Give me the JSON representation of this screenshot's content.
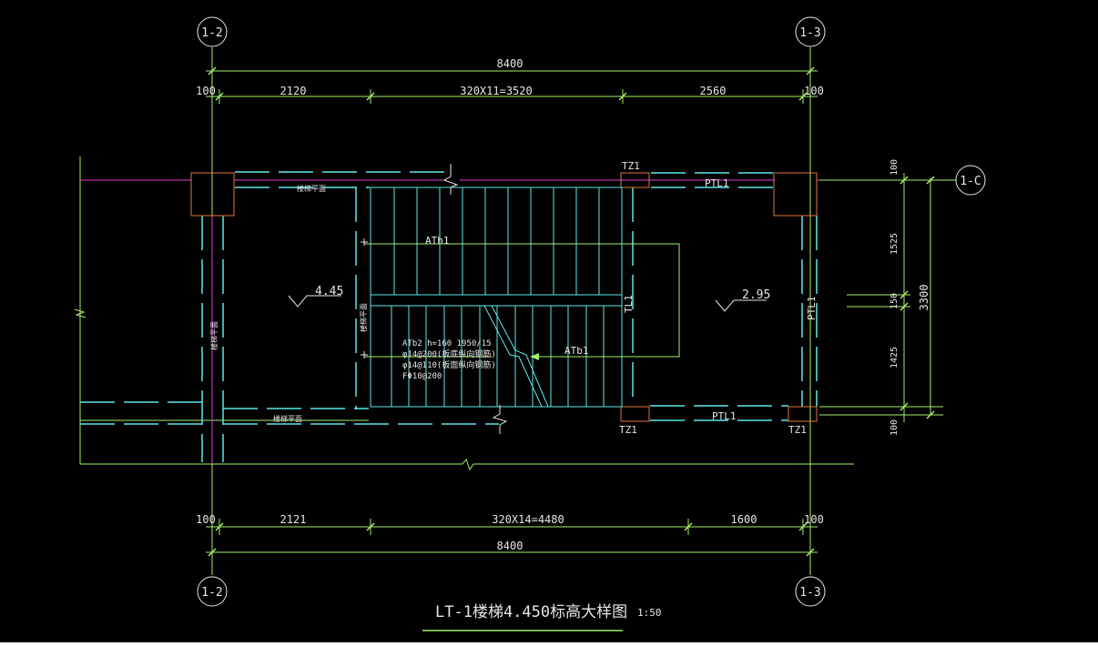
{
  "drawing": {
    "title": "LT-1楼梯4.450标高大样图",
    "scale": "1:50"
  },
  "axes": {
    "left_top": "1-2",
    "right_top": "1-3",
    "left_bottom": "1-2",
    "right_bottom": "1-3",
    "right_side": "1-C"
  },
  "dims_top": {
    "overall": "8400",
    "left_edge": "100",
    "seg1": "2120",
    "seg2": "320X11=3520",
    "seg3": "2560",
    "right_edge": "100"
  },
  "dims_bottom": {
    "overall": "8400",
    "left_edge": "100",
    "seg1": "2121",
    "seg2": "320X14=4480",
    "seg3": "1600",
    "right_edge": "100"
  },
  "dims_right": {
    "top": "100",
    "d1": "1525",
    "d2": "150",
    "d3": "1425",
    "bottom": "100",
    "overall": "3300"
  },
  "labels": {
    "tz_top": "TZ1",
    "tz_bl": "TZ1",
    "tz_br": "TZ1",
    "ptl_top": "PTL1",
    "ptl_bottom": "PTL1",
    "ptl_right": "PTL1",
    "tl": "TL1",
    "ath1_top": "ATh1",
    "ath1_mid": "ATb1",
    "elev_left": "4.45",
    "elev_right": "2.95",
    "spec1": "ATb2 h=160 1950/15",
    "spec2": "φ14@200(板底纵向钢筋)",
    "spec3": "φ14@110(板面纵向钢筋)",
    "spec4": "FΦ10@200",
    "note_top": "楼梯平面",
    "note_bottom": "楼梯平面",
    "note_vert_left": "楼梯平面",
    "note_vert_mid": "楼梯平面"
  }
}
